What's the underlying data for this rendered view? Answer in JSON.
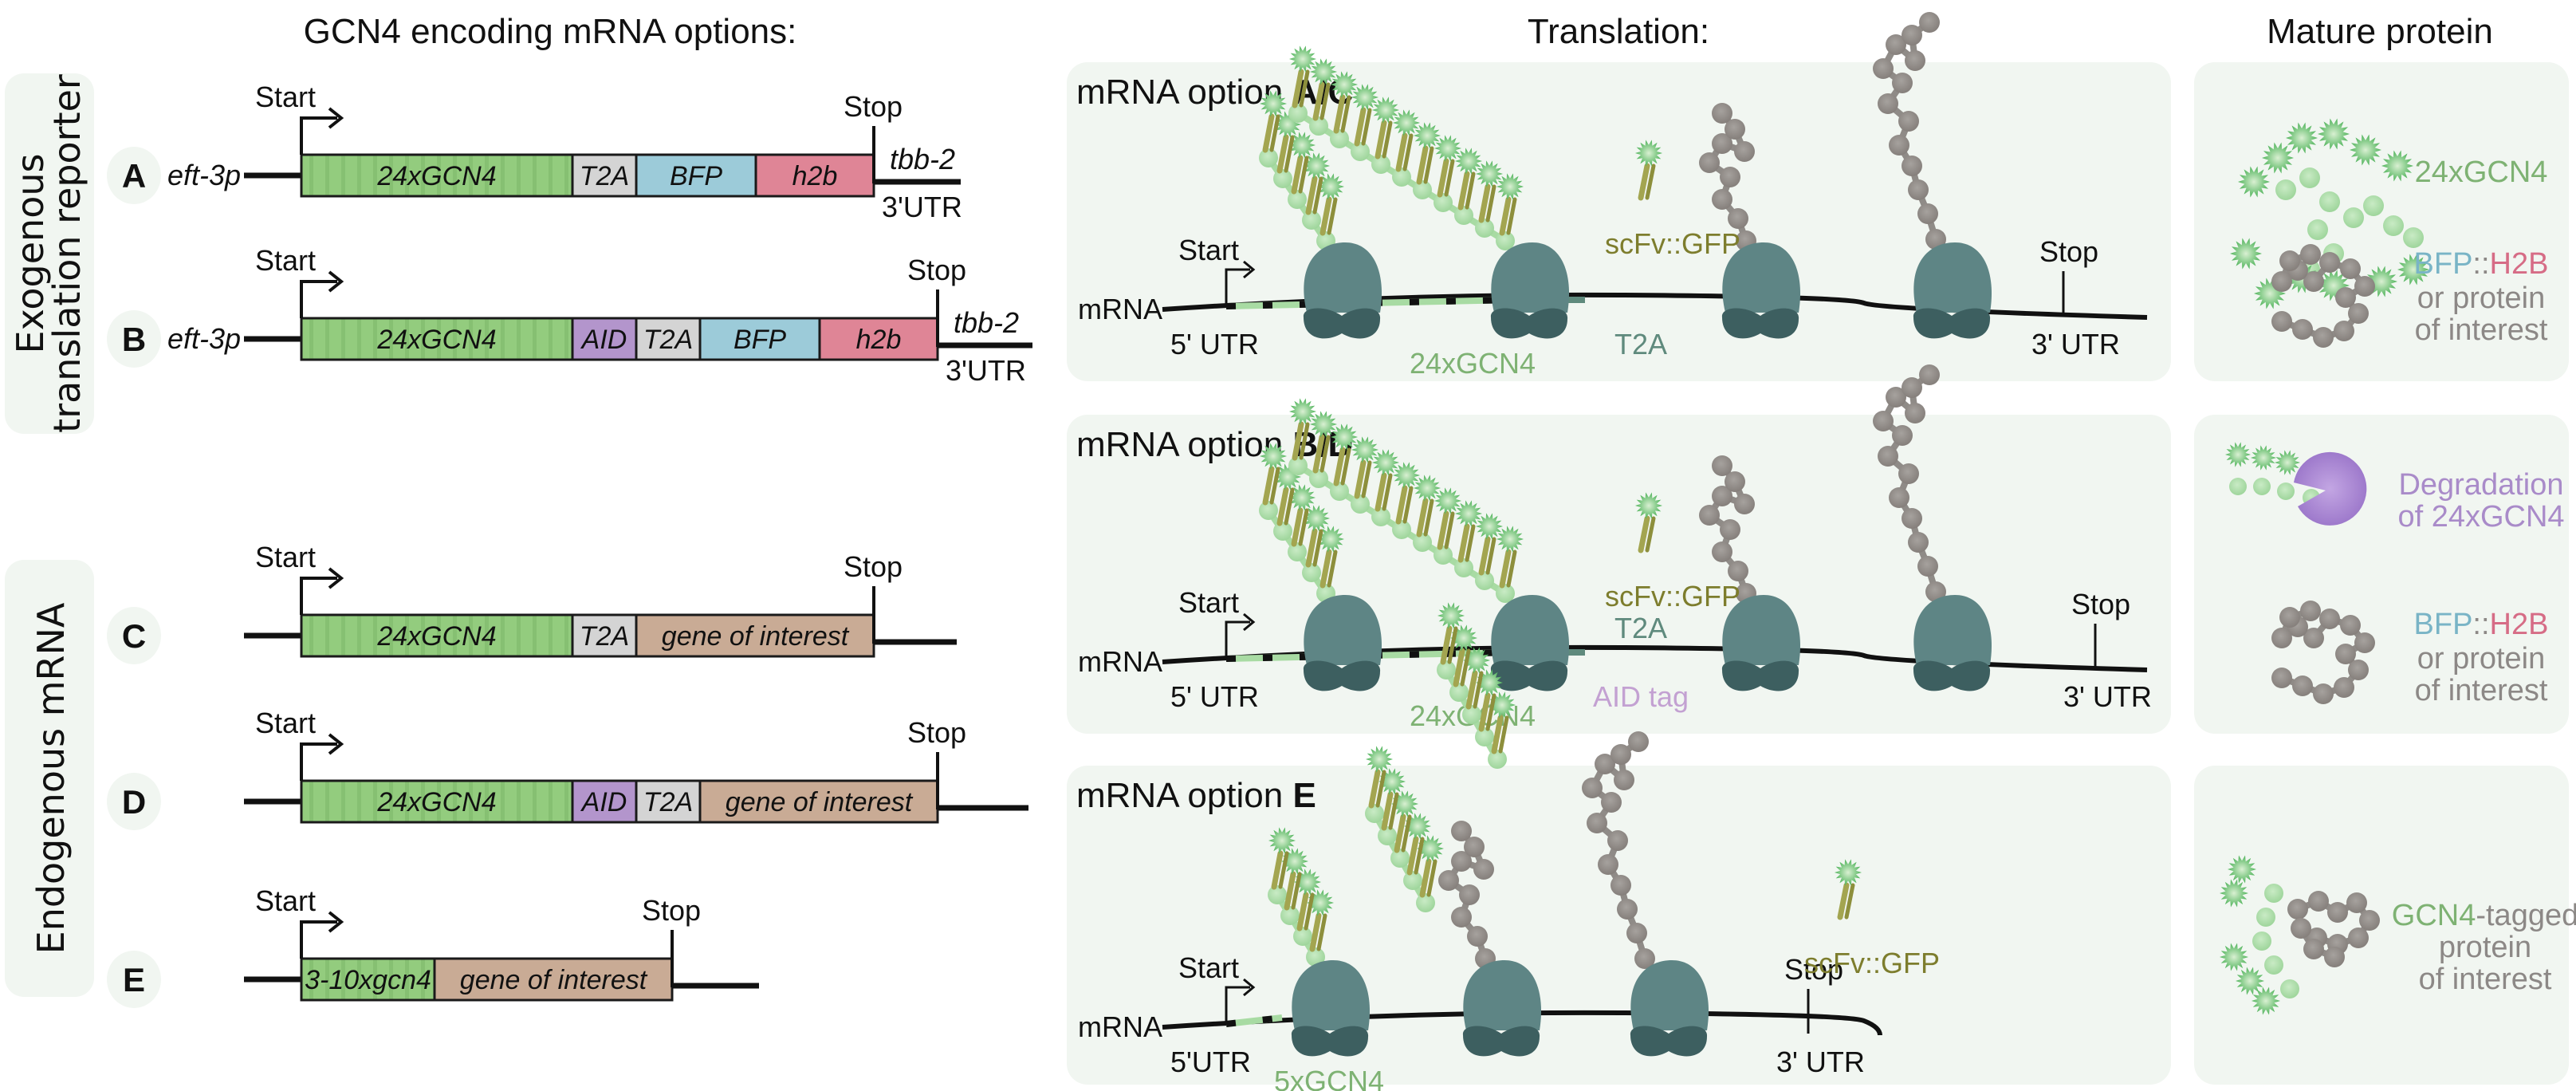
{
  "headers": {
    "left": "GCN4 encoding mRNA options:",
    "middle": "Translation:",
    "right": "Mature protein"
  },
  "side_groups": [
    {
      "line1": "Exogenous",
      "line2": "translation reporter"
    },
    {
      "line1": "Endogenous mRNA",
      "line2": ""
    }
  ],
  "colors": {
    "gcn4_green": "#93cc7e",
    "t2a_gray": "#d4d4d4",
    "bfp_blue": "#9ccbd9",
    "h2b_pink": "#df8596",
    "aid_purple": "#b395cc",
    "goi_tan": "#c9ab95",
    "panel_bg": "#f1f6f1",
    "ribosome_top": "#5e8585",
    "ribosome_bottom": "#3d5f60",
    "label_green": "#7eb273",
    "scfv_olive": "#7d7d2d",
    "protein_gray": "#8c8886",
    "aid_text": "#c3a1d2",
    "t2a_text": "#5f8a7d",
    "degradation_purple": "#a98bc9",
    "bfp_text": "#79b4c6",
    "h2b_text": "#d66c86"
  },
  "constructs": [
    {
      "letter": "A",
      "promoter": "eft-3p",
      "start_label": "Start",
      "stop_label": "Stop",
      "segments": [
        "24xGCN4",
        "T2A",
        "BFP",
        "h2b"
      ],
      "utr_top": "tbb-2",
      "utr_bottom": "3'UTR"
    },
    {
      "letter": "B",
      "promoter": "eft-3p",
      "start_label": "Start",
      "stop_label": "Stop",
      "segments": [
        "24xGCN4",
        "AID",
        "T2A",
        "BFP",
        "h2b"
      ],
      "utr_top": "tbb-2",
      "utr_bottom": "3'UTR"
    },
    {
      "letter": "C",
      "promoter": "",
      "start_label": "Start",
      "stop_label": "Stop",
      "segments": [
        "24xGCN4",
        "T2A",
        "gene of interest"
      ]
    },
    {
      "letter": "D",
      "promoter": "",
      "start_label": "Start",
      "stop_label": "Stop",
      "segments": [
        "24xGCN4",
        "AID",
        "T2A",
        "gene of interest"
      ]
    },
    {
      "letter": "E",
      "promoter": "",
      "start_label": "Start",
      "stop_label": "Stop",
      "segments": [
        "3-10xgcn4",
        "gene of interest"
      ]
    }
  ],
  "translation_panels": [
    {
      "title_prefix": "mRNA option ",
      "title_bold": "A/C",
      "mrna_label": "mRNA",
      "start_label": "Start",
      "stop_label": "Stop",
      "utr5": "5' UTR",
      "utr3": "3' UTR",
      "tag_label": "24xGCN4",
      "extra_labels": [
        "T2A"
      ],
      "scfv_label": "scFv::GFP"
    },
    {
      "title_prefix": "mRNA option ",
      "title_bold": "B/D",
      "mrna_label": "mRNA",
      "start_label": "Start",
      "stop_label": "Stop",
      "utr5": "5' UTR",
      "utr3": "3' UTR",
      "tag_label": "24xGCN4",
      "extra_labels": [
        "T2A",
        "AID tag"
      ],
      "scfv_label": "scFv::GFP"
    },
    {
      "title_prefix": "mRNA option ",
      "title_bold": "E",
      "mrna_label": "mRNA",
      "start_label": "Start",
      "stop_label": "Stop",
      "utr5": "5'UTR",
      "utr3": "3' UTR",
      "tag_label": "5xGCN4",
      "extra_labels": [],
      "scfv_label": "scFv::GFP"
    }
  ],
  "mature_panels": [
    {
      "items": [
        {
          "kind": "gcn4",
          "text_parts": [
            {
              "t": "24xGCN4",
              "c": "label_green"
            }
          ]
        },
        {
          "kind": "protein",
          "text_parts": [
            {
              "t": "BFP",
              "c": "bfp_text"
            },
            {
              "t": "::",
              "c": "protein_gray"
            },
            {
              "t": "H2B",
              "c": "h2b_text"
            }
          ],
          "lines": [
            "or protein",
            "of interest"
          ]
        }
      ]
    },
    {
      "items": [
        {
          "kind": "degradation",
          "lines": [
            "Degradation",
            "of 24xGCN4"
          ]
        },
        {
          "kind": "protein",
          "text_parts": [
            {
              "t": "BFP",
              "c": "bfp_text"
            },
            {
              "t": "::",
              "c": "protein_gray"
            },
            {
              "t": "H2B",
              "c": "h2b_text"
            }
          ],
          "lines": [
            "or protein",
            "of interest"
          ]
        }
      ]
    },
    {
      "items": [
        {
          "kind": "tagged",
          "text_parts": [
            {
              "t": "GCN4",
              "c": "label_green"
            },
            {
              "t": "-tagged",
              "c": "protein_gray"
            }
          ],
          "lines": [
            "protein",
            "of interest"
          ]
        }
      ]
    }
  ]
}
